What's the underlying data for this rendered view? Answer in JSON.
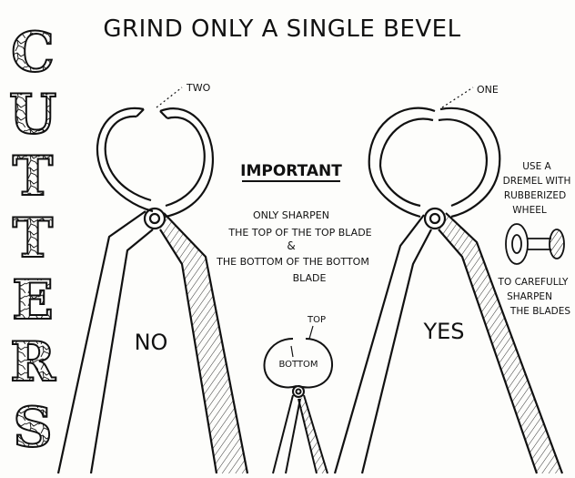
{
  "title": "GRIND ONLY A SINGLE BEVEL",
  "side_title_letters": [
    "C",
    "U",
    "T",
    "T",
    "E",
    "R",
    "S"
  ],
  "labels": {
    "two": "TWO",
    "one": "ONE",
    "important": "IMPORTANT",
    "instruction_1": "ONLY SHARPEN",
    "instruction_2": "THE TOP OF THE TOP BLADE",
    "instruction_and": "&",
    "instruction_3": "THE BOTTOM OF THE BOTTOM",
    "instruction_4": "BLADE",
    "top": "TOP",
    "bottom": "BOTTOM",
    "no": "NO",
    "yes": "YES",
    "tip_1": "USE A",
    "tip_2": "DREMEL WITH",
    "tip_3": "RUBBERIZED",
    "tip_4": "WHEEL",
    "tip_5": "TO CAREFULLY",
    "tip_6": "SHARPEN",
    "tip_7": "THE BLADES"
  }
}
